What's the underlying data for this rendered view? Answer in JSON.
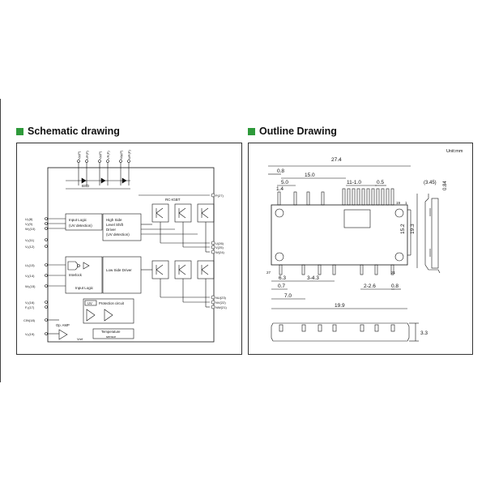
{
  "top_note": "",
  "sections": {
    "schematic": {
      "title": "Schematic drawing"
    },
    "outline": {
      "title": "Outline Drawing",
      "unit": "Unit:mm"
    }
  },
  "schematic": {
    "top_pins": [
      "Vp(P)",
      "UP(P)",
      "Vp(P)",
      "VP(P)",
      "Wp(P)",
      "WP(P)"
    ],
    "left_pins": [
      "U₂(8)",
      "V₂(9)",
      "W₂(10)",
      "V₀(11)",
      "V₀(12)",
      "U₃(13)",
      "V₃(14)",
      "W₃(15)",
      "V₀(16)",
      "F₀(17)",
      "CIN(18)",
      "V₀(19)"
    ],
    "right_pins": [
      "P(27)",
      "U(26)",
      "V(25)",
      "W(24)",
      "NU(23)",
      "NV(22)",
      "NW(21)"
    ],
    "blocks": {
      "bsd": "BSD",
      "rc_igbt": "RC-IGBT",
      "input_logic_hs_1": "Input Logic",
      "input_logic_hs_2": "(UV detection)",
      "high_side_1": "High Side",
      "high_side_2": "Level Shift",
      "high_side_3": "Driver",
      "high_side_4": "(UV detection)",
      "interlock": "Interlock",
      "input_logic_ls": "Input Logic",
      "low_side": "Low Side Driver",
      "uv": "UV",
      "protection": "Protection circuit",
      "op_amp": "Op. AMP",
      "vref": "Vref",
      "temp_1": "Temperature",
      "temp_2": "sensor"
    }
  },
  "outline": {
    "dims": {
      "d27_4": "27.4",
      "d0_8_top": "0.8",
      "d15_0": "15.0",
      "d5_0": "5.0",
      "d11_1_0": "11-1.0",
      "d0_5": "0.5",
      "d1_4": "1.4",
      "d3_45": "(3.45)",
      "d0_84": "0.84",
      "d15_2": "15.2",
      "d19_3": "19.3",
      "d6_3": "6.3",
      "d3_4_3": "3-4.3",
      "d0_7": "0.7",
      "d2_2_6": "2-2.6",
      "d0_8_bot": "0.8",
      "d7_0": "7.0",
      "d19_9": "19.9",
      "d3_3": "3.3"
    },
    "pins": {
      "p1": "1",
      "p19": "19",
      "p27": "27",
      "p21": "21"
    }
  }
}
